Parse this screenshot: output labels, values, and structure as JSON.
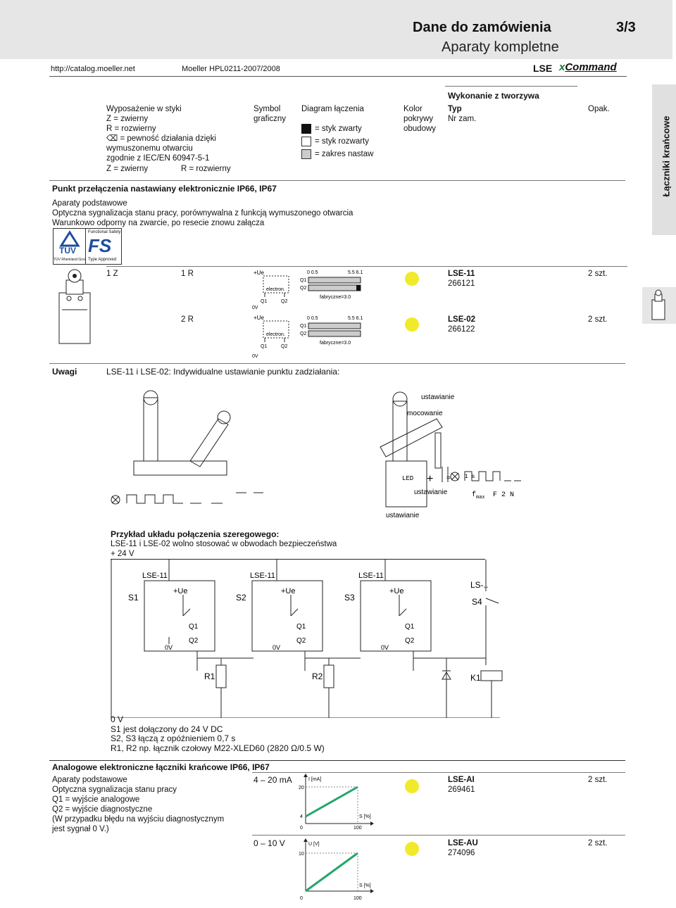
{
  "header": {
    "title": "Dane do zamówienia",
    "page": "3/3",
    "subtitle": "Aparaty kompletne",
    "url": "http://catalog.moeller.net",
    "catalog": "Moeller HPL0211-2007/2008",
    "product": "LSE",
    "brand_x": "x",
    "brand_rest": "Command"
  },
  "side_tab": {
    "label": "Łączniki krańcowe"
  },
  "columns": {
    "wykonanie": "Wykonanie z tworzywa",
    "wyposazenie": [
      "Wyposażenie w styki",
      "Z = zwierny",
      "R = rozwierny",
      "= pewność działania dzięki",
      "wymuszonemu otwarciu",
      "zgodnie z IEC/EN 60947-5-1"
    ],
    "z_legend": "Z = zwierny",
    "r_legend": "R = rozwierny",
    "symbol": [
      "Symbol",
      "graficzny"
    ],
    "diagram": "Diagram łączenia",
    "legend_zwarty": "= styk zwarty",
    "legend_rozwarty": "= styk rozwarty",
    "legend_zakres": "= zakres nastaw",
    "kolor": [
      "Kolor",
      "pokrywy",
      "obudowy"
    ],
    "typ": "Typ",
    "nrzam": "Nr zam.",
    "opak": "Opak."
  },
  "section1": {
    "title": "Punkt przełączenia nastawiany elektronicznie IP66, IP67",
    "lines": [
      "Aparaty podstawowe",
      "Optyczna sygnalizacja stanu pracy, porównywalna z funkcją wymuszonego otwarcia",
      "Warunkowo odporny na zwarcie, po resecie znowu załącza"
    ],
    "badge": {
      "tuv": "TÜV",
      "tuv_group": "TÜV Rheinland Group",
      "fs_top": "Functional Safety",
      "fs": "FS",
      "fs_bottom": "Type Approved"
    }
  },
  "products": [
    {
      "z": "1 Z",
      "r": "1 R",
      "typ": "LSE-11",
      "nr": "266121",
      "opak": "2 szt."
    },
    {
      "z": "",
      "r": "2 R",
      "typ": "LSE-02",
      "nr": "266122",
      "opak": "2 szt."
    }
  ],
  "schematic": {
    "ue": "+Ue",
    "electron": "electron.",
    "q1": "Q1",
    "q2": "Q2",
    "zero_v": "0V",
    "diag_left": "0   0.5",
    "diag_right": "5.5  6.1",
    "fabryczne": "fabryczne=3.0"
  },
  "uwagi": {
    "label": "Uwagi",
    "text": "LSE-11 i LSE-02: Indywidualne ustawianie punktu zadziałania:",
    "ustawianie": "ustawianie",
    "mocowanie": "mocowanie",
    "led": "LED",
    "plus": "+",
    "eq": "=",
    "one_s": "1 s",
    "fmax": "f",
    "fmax_sub": "max",
    "f2n": "F 2 N"
  },
  "example": {
    "title": "Przykład układu połączenia szeregowego:",
    "line1": "LSE-11 i LSE-02 wolno stosować w obwodach bezpieczeństwa",
    "line2": "+ 24 V",
    "circuit": {
      "lse": "LSE-11",
      "s1": "S1",
      "s2": "S2",
      "s3": "S3",
      "s4": "S4",
      "ls": "LS-..",
      "ue": "+Ue",
      "q1": "Q1",
      "q2": "Q2",
      "zero": "0V",
      "r1": "R1",
      "r2": "R2",
      "k1": "K1"
    },
    "notes": [
      "0 V",
      "S1 jest dołączony do 24 V DC",
      "S2, S3 łączą z opóźnieniem 0,7 s",
      "R1, R2 np. łącznik czołowy M22-XLED60 (2820 Ω/0.5 W)"
    ]
  },
  "analog": {
    "title": "Analogowe elektroniczne łączniki krańcowe IP66, IP67",
    "lines": [
      "Aparaty podstawowe",
      "Optyczna sygnalizacja stanu pracy",
      "Q1 = wyjście analogowe",
      "Q2 = wyjście diagnostyczne",
      "(W przypadku błędu na wyjściu diagnostycznym",
      "jest sygnał 0 V.)"
    ],
    "items": [
      {
        "range": "4 – 20 mA",
        "ylabel": "I [mA]",
        "ytop": "20",
        "ymid": "4",
        "y0": "0",
        "xlabel": "S [%]",
        "x100": "100",
        "typ": "LSE-AI",
        "nr": "269461",
        "opak": "2 szt."
      },
      {
        "range": "0 – 10 V",
        "ylabel": "U [V]",
        "ytop": "10",
        "ymid": "",
        "y0": "0",
        "xlabel": "S [%]",
        "x100": "100",
        "typ": "LSE-AU",
        "nr": "274096",
        "opak": "2 szt."
      }
    ]
  },
  "colors": {
    "header_bg": "#e6e6e6",
    "yellow": "#f1ea2a",
    "green": "#25a56a",
    "tab_bg": "#e0e0e0"
  }
}
